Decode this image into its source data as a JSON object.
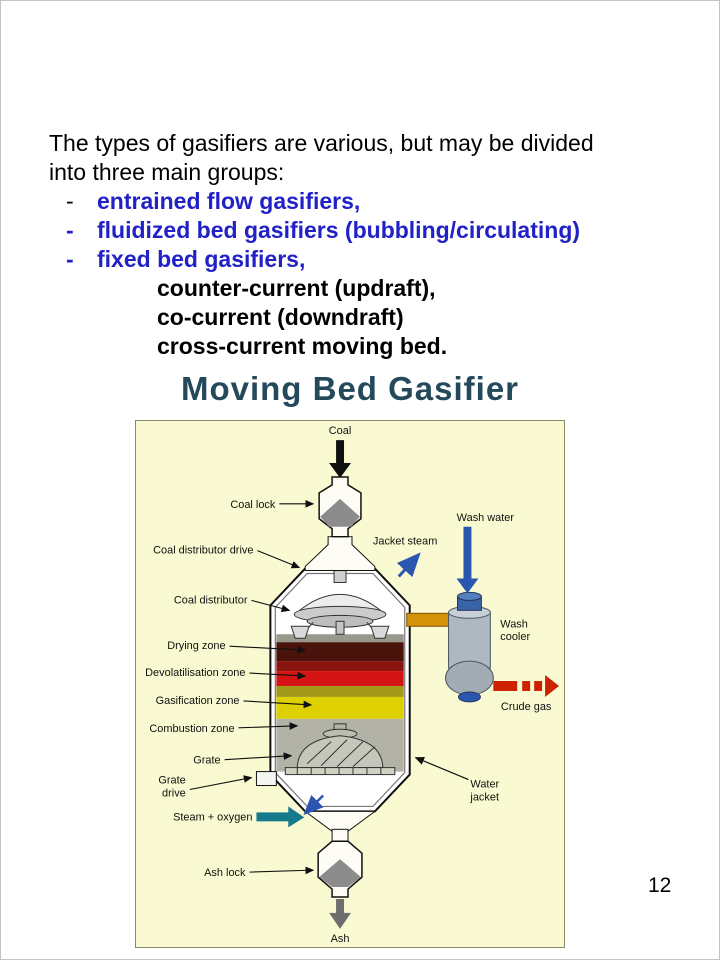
{
  "intro": {
    "line1": "The types of gasifiers are various, but may be divided",
    "line2": "into three main groups:"
  },
  "bullets": [
    {
      "dash": "-",
      "label": "entrained flow gasifiers,"
    },
    {
      "dash": "-",
      "label": "fluidized bed gasifiers (bubbling/circulating)"
    },
    {
      "dash": "-",
      "label": "fixed bed gasifiers,"
    }
  ],
  "sub_bullets": [
    "counter-current (updraft),",
    "co-current (downdraft)",
    "cross-current moving bed."
  ],
  "page_number": "12",
  "diagram": {
    "title": "Moving Bed Gasifier",
    "labels": {
      "coal": "Coal",
      "coal_lock": "Coal lock",
      "coal_distributor_drive": "Coal distributor drive",
      "coal_distributor": "Coal distributor",
      "jacket_steam": "Jacket steam",
      "wash_water": "Wash water",
      "wash_cooler": [
        "Wash",
        "cooler"
      ],
      "drying_zone": "Drying zone",
      "devolatilisation_zone": "Devolatilisation zone",
      "gasification_zone": "Gasification zone",
      "combustion_zone": "Combustion zone",
      "crude_gas": "Crude gas",
      "grate": "Grate",
      "grate_drive": [
        "Grate",
        "drive"
      ],
      "water_jacket": [
        "Water",
        "jacket"
      ],
      "steam_oxygen": "Steam + oxygen",
      "ash_lock": "Ash lock",
      "ash": "Ash"
    },
    "colors": {
      "canvas": "#FAFAD2",
      "title": "#23495B",
      "bullet_blue": "#2121C8",
      "drying_zone_band": "#4A140C",
      "devolatilisation_band": "#D41414",
      "gasification_band": "#DDD104",
      "offtake_pipe": "#D4920A",
      "crude_gas_arrow": "#CC2200",
      "water_arrow": "#2A56B0",
      "steam_arrow": "#157A8C"
    }
  }
}
